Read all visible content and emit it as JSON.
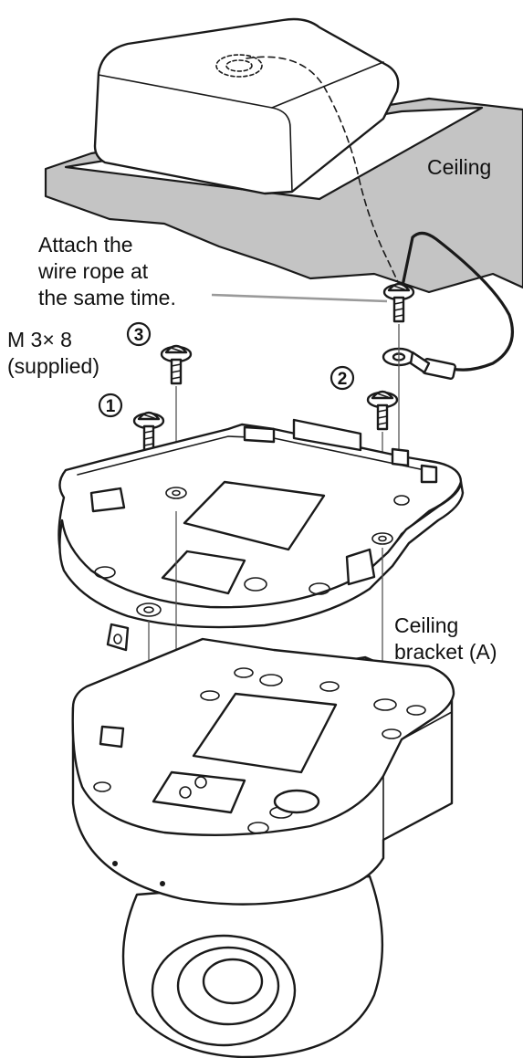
{
  "labels": {
    "ceiling": "Ceiling",
    "attach_line1": "Attach the",
    "attach_line2": "wire rope at",
    "attach_line3": "the same time.",
    "screw_line1": "M 3× 8",
    "screw_line2": "(supplied)",
    "bracket_line1": "Ceiling",
    "bracket_line2": "bracket (A)"
  },
  "steps": [
    "1",
    "2",
    "3"
  ]
}
